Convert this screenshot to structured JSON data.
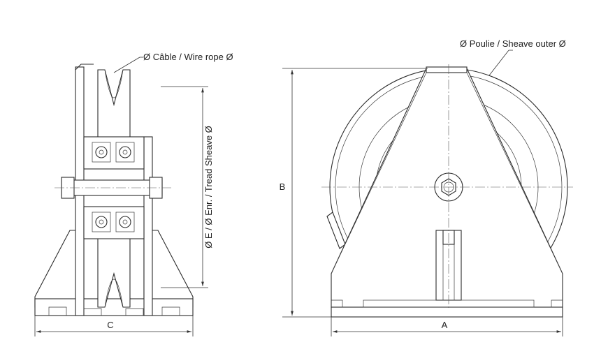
{
  "labels": {
    "cable_diameter": "Ø Câble / Wire rope Ø",
    "sheave_outer": "Ø Poulie / Sheave outer Ø",
    "tread_diameter": "Ø E / Ø Enr. / Tread Sheave Ø",
    "dim_a": "A",
    "dim_b": "B",
    "dim_c": "C"
  },
  "colors": {
    "line": "#2b2b2b",
    "background": "#ffffff"
  }
}
